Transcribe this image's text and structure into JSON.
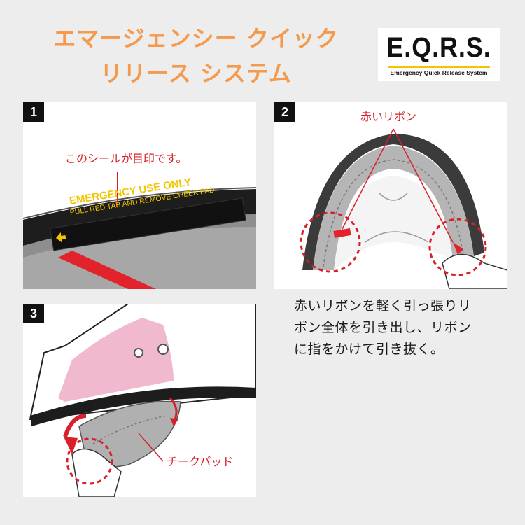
{
  "title": {
    "line1": "エマージェンシー クイック",
    "line2": "リリース システム"
  },
  "logo": {
    "main": "E.Q.R.S.",
    "sub": "Emergency Quick Release System"
  },
  "step1": {
    "number": "1",
    "label": "このシールが目印です。",
    "sticker_line1": "EMERGENCY USE ONLY",
    "sticker_line2": "PULL RED TAB AND REMOVE CHEEK PAD"
  },
  "step2": {
    "number": "2",
    "label": "赤いリボン"
  },
  "step3": {
    "number": "3",
    "label": "チークパッド"
  },
  "description": {
    "line1": "赤いリボンを軽く引っ張りリ",
    "line2": "ボン全体を引き出し、リボン",
    "line3": "に指をかけて引き抜く。"
  },
  "colors": {
    "accent_orange": "#f59a4c",
    "accent_red": "#d8202a",
    "sticker_yellow": "#f2c500"
  }
}
